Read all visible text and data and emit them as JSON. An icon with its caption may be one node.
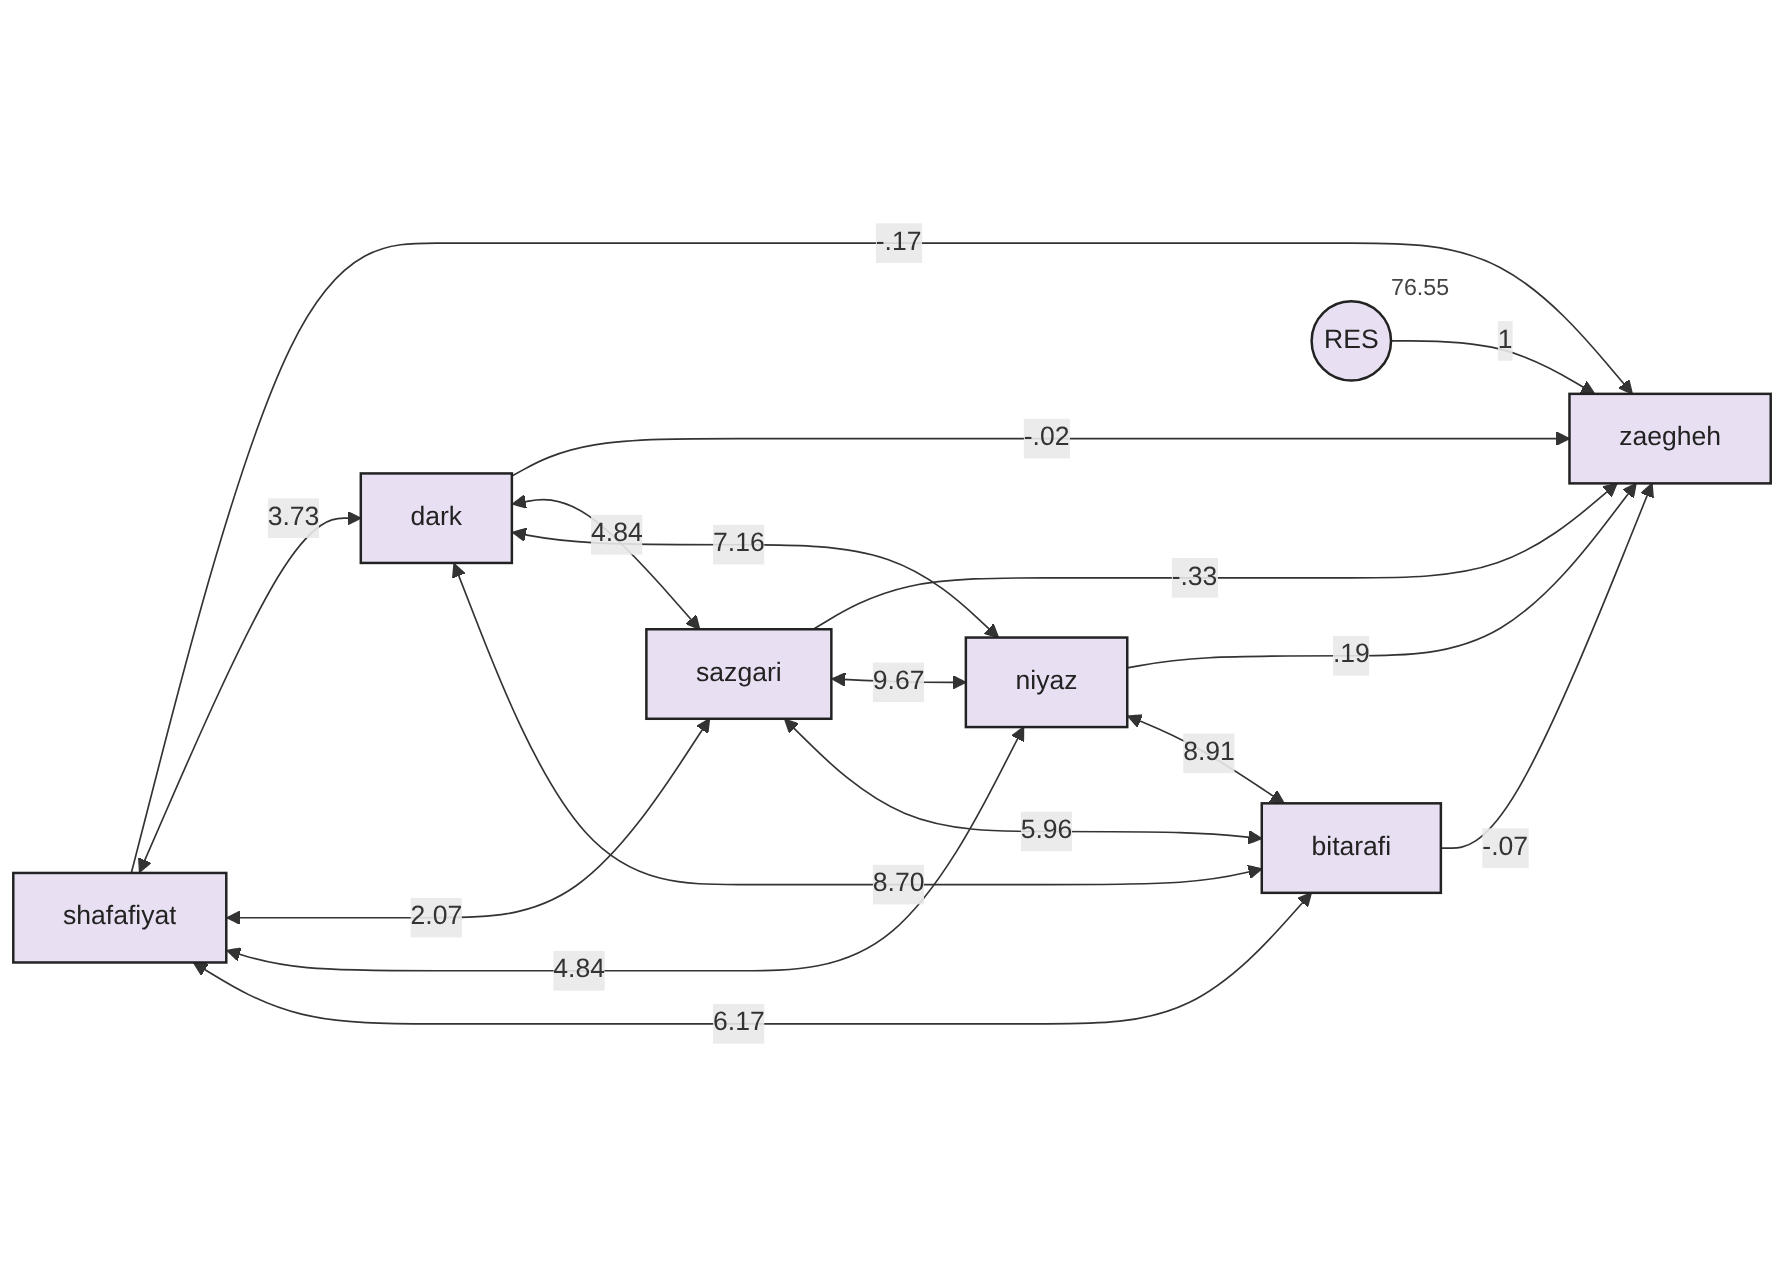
{
  "diagram": {
    "nodes": [
      {
        "text": [
          "shafafiyat"
        ]
      },
      {
        "text": [
          "dark"
        ]
      },
      {
        "text": [
          "sazgari"
        ]
      },
      {
        "text": [
          "niyaz"
        ]
      },
      {
        "text": [
          "bitarafi"
        ]
      },
      {
        "text": [
          "RES"
        ],
        "beside": [
          "76.55"
        ]
      },
      {
        "text": [
          "zaegheh"
        ]
      }
    ],
    "edges": [
      {
        "from": 0,
        "to": 6,
        "arrow": "to",
        "label": "-.17"
      },
      {
        "from": 1,
        "to": 6,
        "arrow": "to",
        "label": "-.02"
      },
      {
        "from": 2,
        "to": 6,
        "arrow": "to",
        "label": "-.33"
      },
      {
        "from": 3,
        "to": 6,
        "arrow": "to",
        "label": ".19"
      },
      {
        "from": 4,
        "to": 6,
        "arrow": "to",
        "label": "-.07"
      },
      {
        "from": 5,
        "to": 6,
        "arrow": "to",
        "label": "1"
      },
      {
        "from": 0,
        "to": 1,
        "arrow": "both",
        "label": "3.73"
      },
      {
        "from": 0,
        "to": 2,
        "arrow": "both",
        "label": "2.07"
      },
      {
        "from": 0,
        "to": 3,
        "arrow": "both",
        "label": "4.84"
      },
      {
        "from": 0,
        "to": 4,
        "arrow": "both",
        "label": "6.17"
      },
      {
        "from": 1,
        "to": 2,
        "arrow": "both",
        "label": "4.84"
      },
      {
        "from": 1,
        "to": 3,
        "arrow": "both",
        "label": "7.16"
      },
      {
        "from": 1,
        "to": 4,
        "arrow": "both",
        "label": "8.70"
      },
      {
        "from": 2,
        "to": 3,
        "arrow": "both",
        "label": "9.67"
      },
      {
        "from": 2,
        "to": 4,
        "arrow": "both",
        "label": "5.96"
      },
      {
        "from": 3,
        "to": 4,
        "arrow": "both",
        "label": "8.91"
      }
    ]
  }
}
